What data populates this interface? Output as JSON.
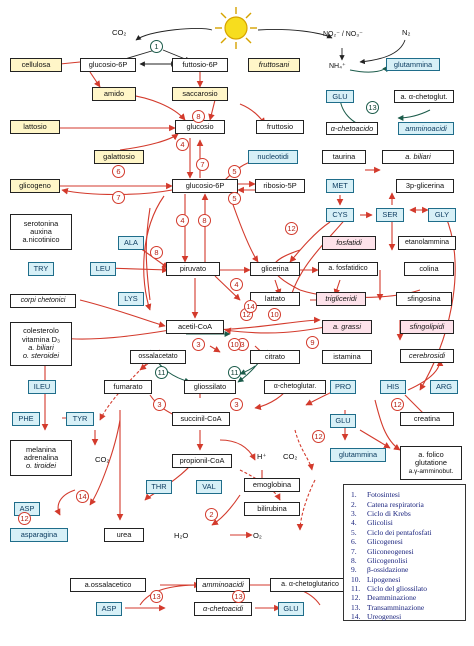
{
  "colors": {
    "arrow_red": "#d33a2c",
    "arrow_dark": "#1b5b4a",
    "box_yellow": "#fff6c8",
    "box_cyan": "#d7f0f7",
    "box_pink": "#fde2ea",
    "legend_text": "#1a237e",
    "sun_fill": "#f7dd1e"
  },
  "icons": {
    "sun": "sun-icon"
  },
  "labels": {
    "co2_top": "CO₂",
    "no2_no3": "NO₂⁻ / NO₃⁻",
    "n2": "N₂",
    "nh4": "NH₄⁺",
    "co2_mid": "CO₂",
    "h_plus": "H⁺",
    "co2_right": "CO₂",
    "h2o": "H₂O",
    "o2": "O₂"
  },
  "nodes": {
    "cellulosa": "cellulosa",
    "glucosio6p": "glucosio-6P",
    "fruttosio6p": "futtosio-6P",
    "fruttosani": "fruttosani",
    "amido": "amido",
    "saccarosio": "saccarosio",
    "lattosio": "lattosio",
    "glucosio": "glucosio",
    "fruttosio": "fruttosio",
    "galattosio": "galattosio",
    "nucleotidi": "nucleotidi",
    "glicogeno": "glicogeno",
    "glucosio6p_b": "glucosio-6P",
    "ribosio5p": "ribosio-5P",
    "glutammina_top": "glutammina",
    "glu_top": "GLU",
    "a_chetoglut": "a. α-chetoglut.",
    "a_chetoacido_top": "α-chetoacido",
    "amminoacidi_top": "amminoacidi",
    "taurina": "taurina",
    "a_biliari": "a. biliari",
    "met": "MET",
    "p3_glicerina": "3p-glicerina",
    "cys": "CYS",
    "ser": "SER",
    "gly": "GLY",
    "fosfatidi": "fosfatidi",
    "etanolammina": "etanolammina",
    "colina": "colina",
    "serotonina": [
      "serotonina",
      "auxina",
      "a.nicotinico"
    ],
    "try": "TRY",
    "ala": "ALA",
    "leu": "LEU",
    "piruvato": "piruvato",
    "glicerina": "glicerina",
    "a_fosfatidico": "a. fosfatidico",
    "lattato": "lattato",
    "trigliceridi": "trigliceridi",
    "sfingosina": "sfingosina",
    "corpi_chetonici": "corpi chetonici",
    "lys": "LYS",
    "acetil_coa": "acetil-CoA",
    "a_grassi": "a. grassi",
    "sfingolipidi": "sfingolipidi",
    "colesterolo": [
      "colesterolo",
      "vitamina D₃",
      "a. biliari",
      "o. steroidei"
    ],
    "cerebrosidi": "cerebrosidi",
    "ossalacetato": "ossalacetato",
    "citrato": "citrato",
    "istamina": "istamina",
    "ileu": "ILEU",
    "fumarato": "fumarato",
    "gliossilato": "gliossilato",
    "a_chetoglutar": "α-chetoglutar.",
    "pro": "PRO",
    "his": "HIS",
    "arg": "ARG",
    "phe": "PHE",
    "tyr": "TYR",
    "succinil_coa": "succinil-CoA",
    "glu_mid": "GLU",
    "creatina": "creatina",
    "melanina": [
      "melanina",
      "adrenalina",
      "o. tiroidei"
    ],
    "glutammina_mid": "glutammina",
    "a_folico": [
      "a. folico",
      "glutatione",
      "a.γ-amminobut."
    ],
    "propionil_coa": "propionil-CoA",
    "emoglobina": "emoglobina",
    "thr": "THR",
    "val": "VAL",
    "asp_left": "ASP",
    "bilirubina": "bilirubina",
    "asparagina": "asparagina",
    "urea": "urea",
    "a_ossalacetico": "a.ossalacetico",
    "amminoacidi_bot": "amminoacidi",
    "a_chetoglutarico": "a. α-chetoglutarico",
    "asp_bot": "ASP",
    "chetoacidi_bot": "α-chetoacidi",
    "glu_bot": "GLU"
  },
  "legend": [
    {
      "n": "1.",
      "label": "Fotosintesi"
    },
    {
      "n": "2.",
      "label": "Catena respiratoria"
    },
    {
      "n": "3.",
      "label": "Ciclo di Krebs"
    },
    {
      "n": "4.",
      "label": "Glicolisi"
    },
    {
      "n": "5.",
      "label": "Ciclo dei pentafosfati"
    },
    {
      "n": "6.",
      "label": "Glicogenesi"
    },
    {
      "n": "7.",
      "label": "Gliconeogenesi"
    },
    {
      "n": "8.",
      "label": "Glicogenolisi"
    },
    {
      "n": "9.",
      "label": "β-ossidazione"
    },
    {
      "n": "10.",
      "label": "Lipogenesi"
    },
    {
      "n": "11.",
      "label": "Ciclo del gliossilato"
    },
    {
      "n": "12.",
      "label": "Deamminazione"
    },
    {
      "n": "13.",
      "label": "Transamminazione"
    },
    {
      "n": "14.",
      "label": "Ureogenesi"
    }
  ],
  "markers": {
    "m1": "1",
    "m2": "2",
    "m3a": "3",
    "m3b": "3",
    "m3c": "3",
    "m3d": "3",
    "m4a": "4",
    "m4b": "4",
    "m4c": "4",
    "m5a": "5",
    "m5b": "5",
    "m6": "6",
    "m7a": "7",
    "m7b": "7",
    "m8a": "8",
    "m8b": "8",
    "m8c": "8",
    "m9": "9",
    "m10a": "10",
    "m10b": "10",
    "m11a": "11",
    "m11b": "11",
    "m12a": "12",
    "m12b": "12",
    "m12c": "12",
    "m12d": "12",
    "m12e": "12",
    "m13a": "13",
    "m13b": "13",
    "m13c": "13",
    "m14a": "14",
    "m14b": "14"
  }
}
